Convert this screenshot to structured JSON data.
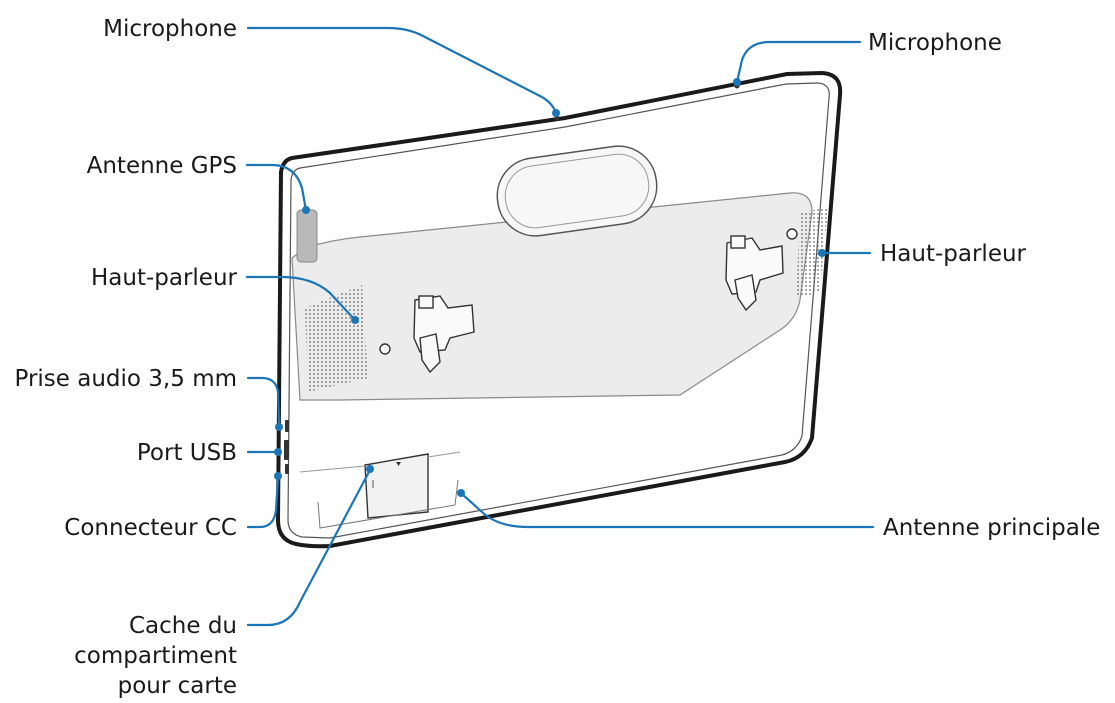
{
  "labels": {
    "microphone_top_left": "Microphone",
    "microphone_top_right": "Microphone",
    "antenne_gps": "Antenne GPS",
    "haut_parleur_left": "Haut-parleur",
    "haut_parleur_right": "Haut-parleur",
    "prise_audio": "Prise audio 3,5 mm",
    "port_usb": "Port USB",
    "connecteur_cc": "Connecteur CC",
    "antenne_principale": "Antenne principale",
    "cache_line1": "Cache du",
    "cache_line2": "compartiment",
    "cache_line3": "pour carte"
  },
  "colors": {
    "leader_line": "#1b75b6",
    "device_outline": "#1a1a1a",
    "device_panel": "#f2f2f2",
    "text": "#1a1a1a"
  }
}
